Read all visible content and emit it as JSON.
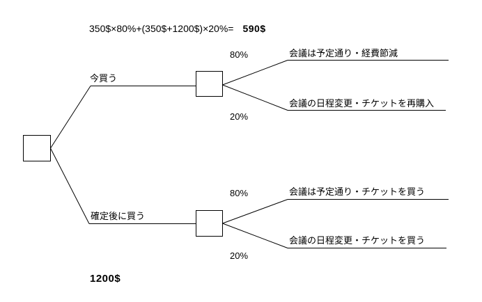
{
  "formula": {
    "expression": "350$×80%+(350$+1200$)×20%=",
    "result": "590$"
  },
  "tree": {
    "branches": [
      {
        "label": "今買う",
        "outcomes": [
          {
            "probability": "80%",
            "label": "会議は予定通り・経費節減"
          },
          {
            "probability": "20%",
            "label": "会議の日程変更・チケットを再購入"
          }
        ]
      },
      {
        "label": "確定後に買う",
        "outcomes": [
          {
            "probability": "80%",
            "label": "会議は予定通り・チケットを買う"
          },
          {
            "probability": "20%",
            "label": "会議の日程変更・チケットを買う"
          }
        ]
      }
    ]
  },
  "bottom_value": "1200$",
  "colors": {
    "ink": "#000000",
    "background": "#ffffff"
  }
}
